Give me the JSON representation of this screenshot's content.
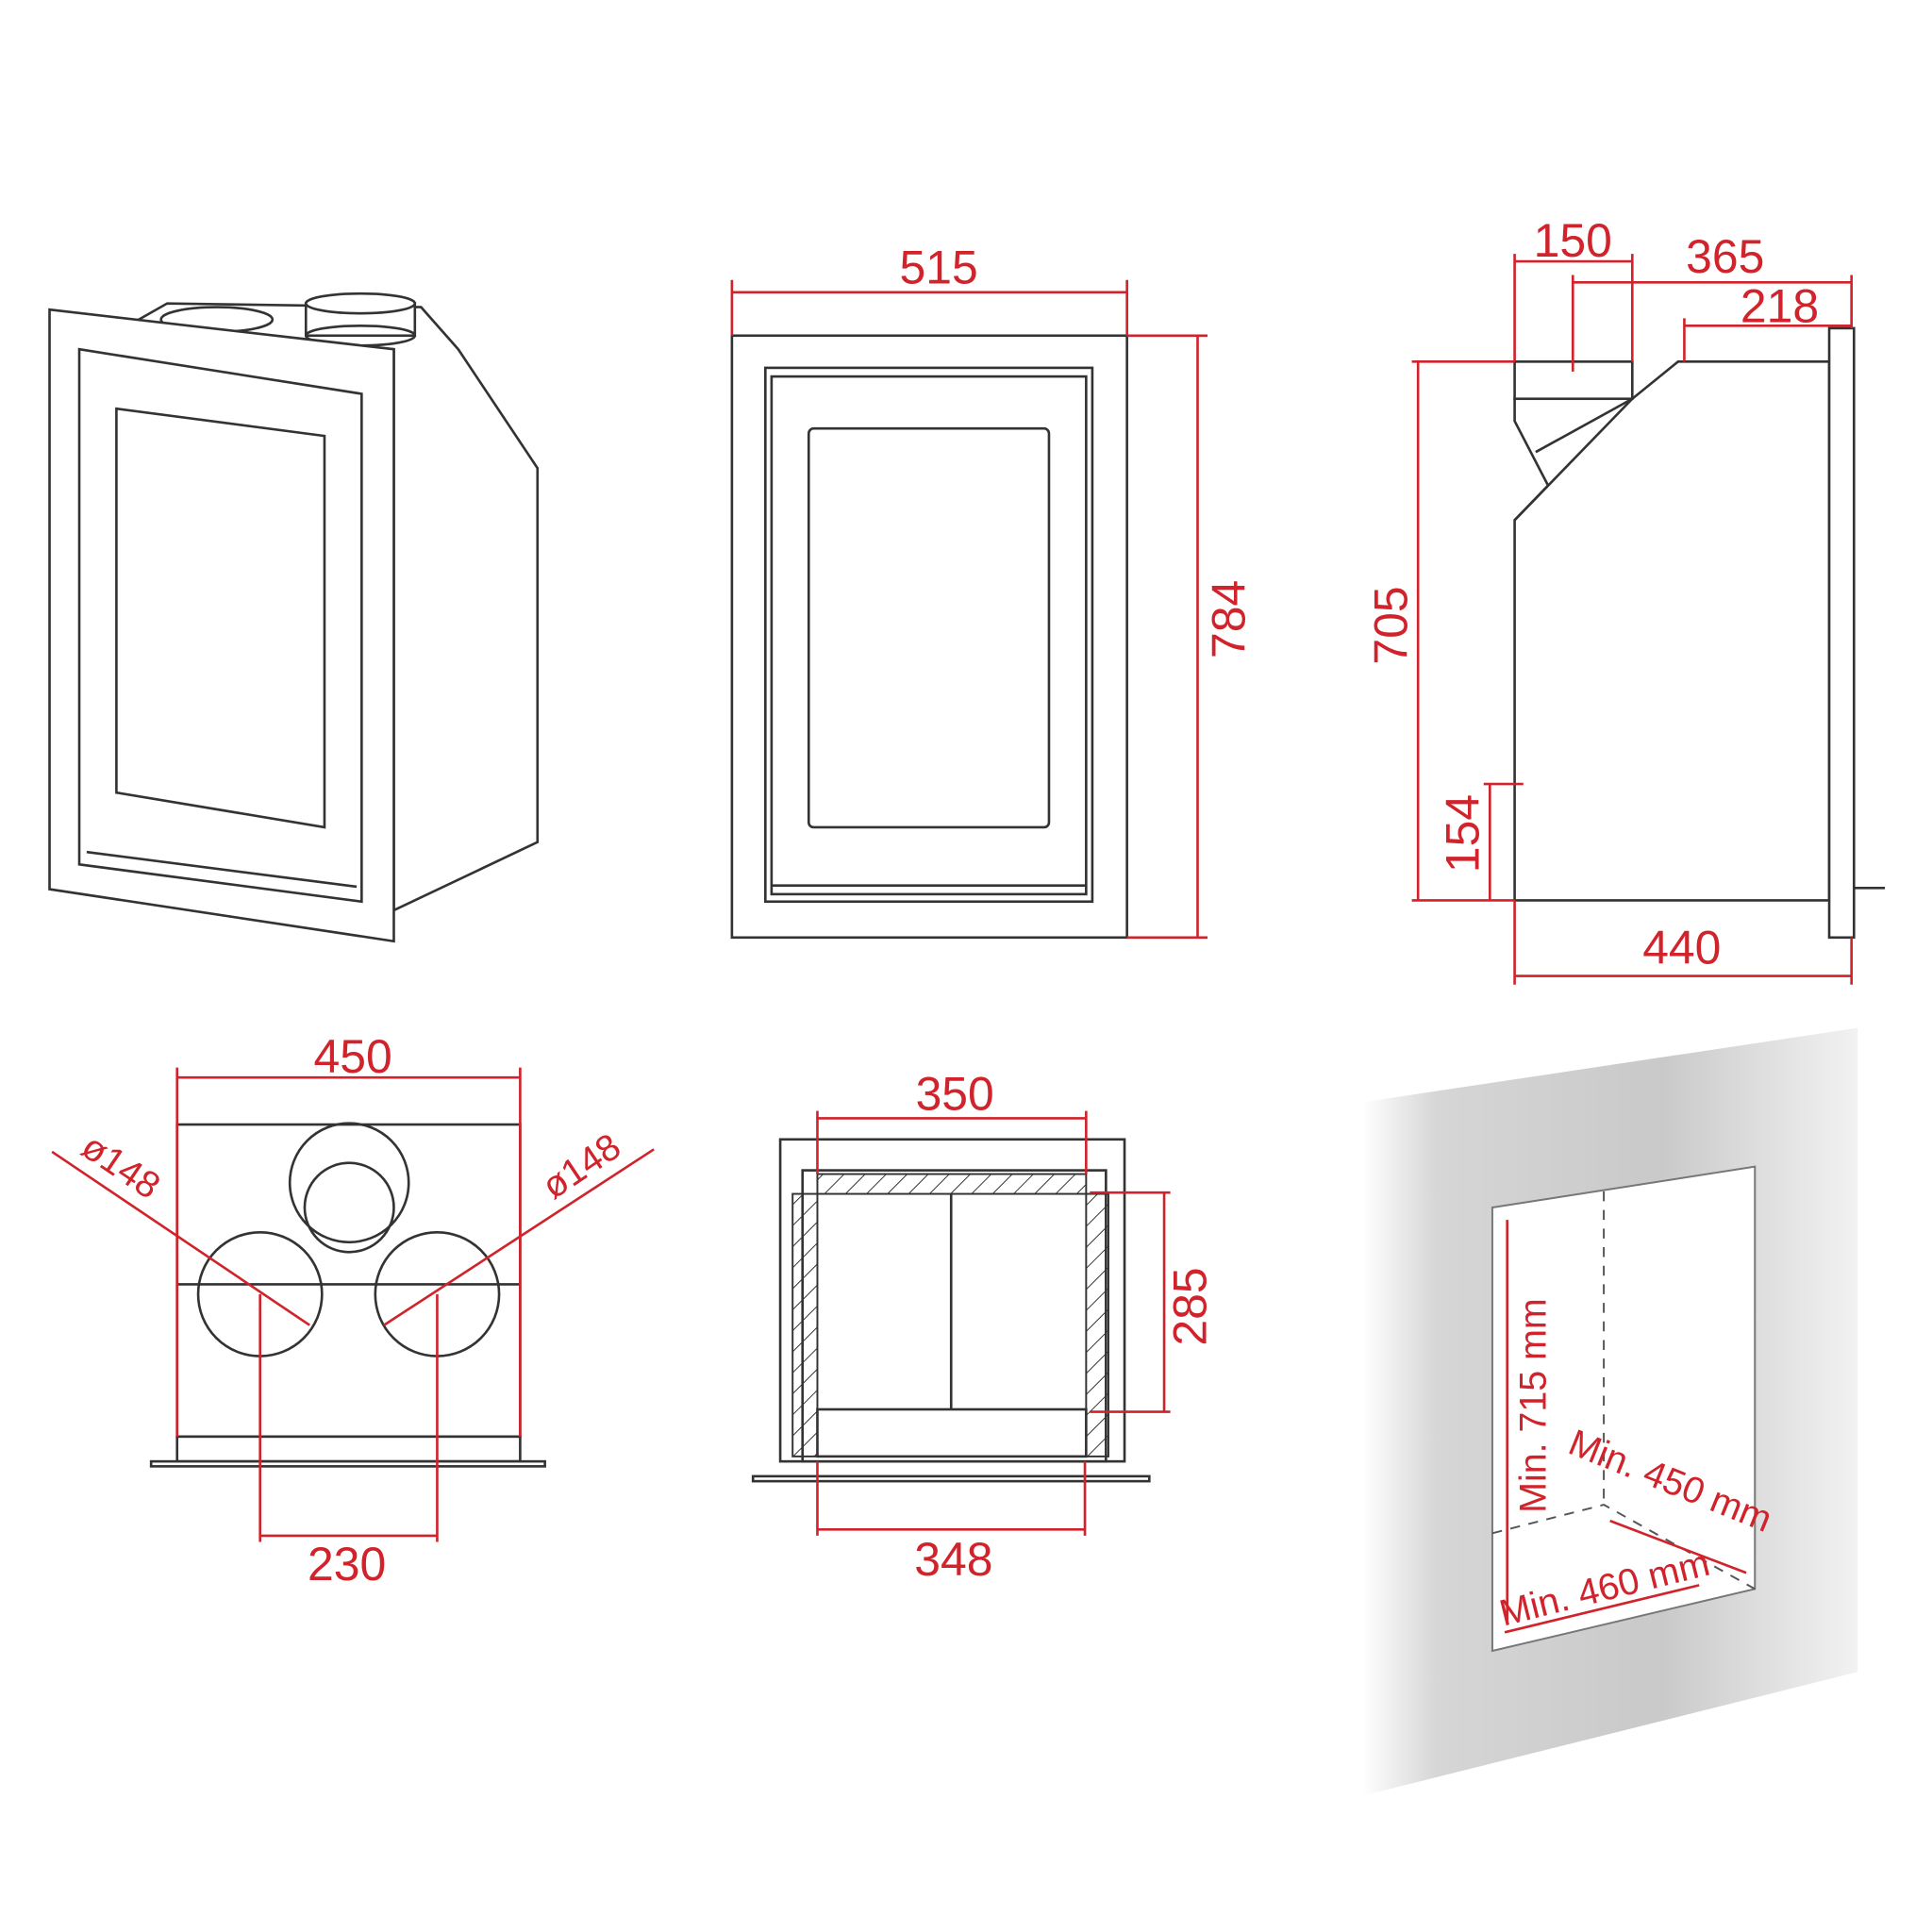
{
  "colors": {
    "dimension": "#d0232b",
    "line": "#333333",
    "wall": "#cfcfcf"
  },
  "perspective_view": {},
  "front_view": {
    "width": "515",
    "height": "784"
  },
  "side_view": {
    "flue_offset": "150",
    "flue_depth": "365",
    "top_depth": "218",
    "height": "705",
    "lower_height": "154",
    "depth": "440"
  },
  "top_view": {
    "width": "450",
    "duct_left": "ø148",
    "duct_right": "ø148",
    "duct_spacing": "230"
  },
  "firebox_view": {
    "top_width": "350",
    "height": "285",
    "bottom_width": "348"
  },
  "niche_view": {
    "min_height": "Min. 715 mm",
    "min_depth": "Min. 450 mm",
    "min_width": "Min. 460 mm"
  }
}
